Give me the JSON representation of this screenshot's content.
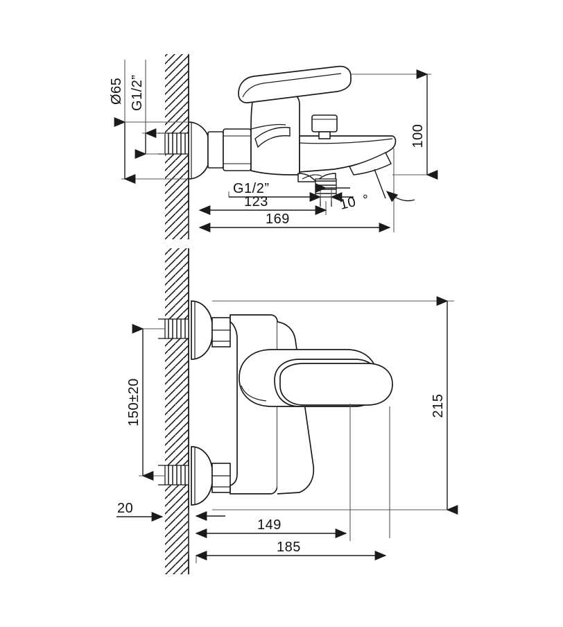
{
  "drawing": {
    "title": "Wall-mounted bath/shower mixer — dimensioned technical drawing",
    "units": "mm",
    "line_color": "#1a1a1a",
    "dim_line_color": "#555555",
    "background": "#ffffff",
    "views": [
      {
        "name": "side-view",
        "description": "Side elevation of bath mixer mounted on wall, showing spout projection and diverter"
      },
      {
        "name": "front-view",
        "description": "Front elevation of bath mixer showing lever handle and two wall inlets"
      }
    ]
  },
  "dimensions": {
    "side_view": {
      "flange_diameter": "Ø65",
      "inlet_thread": "G1/2”",
      "outlet_thread": "G1/2”",
      "outlet_from_wall": "123",
      "total_projection": "169",
      "spout_height": "100",
      "spout_angle": "10"
    },
    "front_view": {
      "inlet_spacing": "150±20",
      "wall_thickness": "20",
      "handle_projection": "149",
      "total_width": "185",
      "total_height": "215"
    }
  },
  "labels": {
    "diameter_65": "Ø65",
    "g_half_inlet": "G1/2”",
    "g_half_outlet": "G1/2”",
    "dim_123": "123",
    "dim_169": "169",
    "dim_100": "100",
    "dim_10deg": "10",
    "degree_symbol": "°",
    "dim_150_20": "150±20",
    "dim_20": "20",
    "dim_149": "149",
    "dim_185": "185",
    "dim_215": "215"
  }
}
